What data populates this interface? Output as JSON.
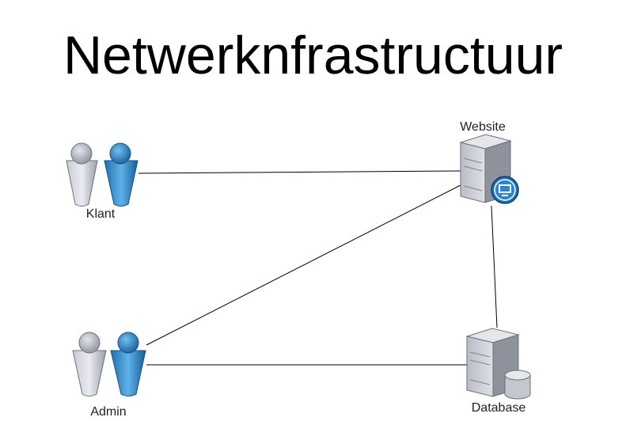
{
  "title": "Netwerknfrastructuur",
  "nodes": {
    "klant": {
      "label": "Klant",
      "icon": "users-icon"
    },
    "admin": {
      "label": "Admin",
      "icon": "users-icon"
    },
    "website": {
      "label": "Website",
      "icon": "web-server-icon"
    },
    "database": {
      "label": "Database",
      "icon": "database-server-icon"
    }
  },
  "edges": [
    {
      "from": "klant",
      "to": "website"
    },
    {
      "from": "admin",
      "to": "website"
    },
    {
      "from": "admin",
      "to": "database"
    },
    {
      "from": "website",
      "to": "database"
    }
  ],
  "colors": {
    "person_gray": "#a9adb8",
    "person_blue": "#2e7fc0",
    "server_gray": "#c8cbd2",
    "badge_blue": "#1f6fb8",
    "line": "#000000"
  }
}
